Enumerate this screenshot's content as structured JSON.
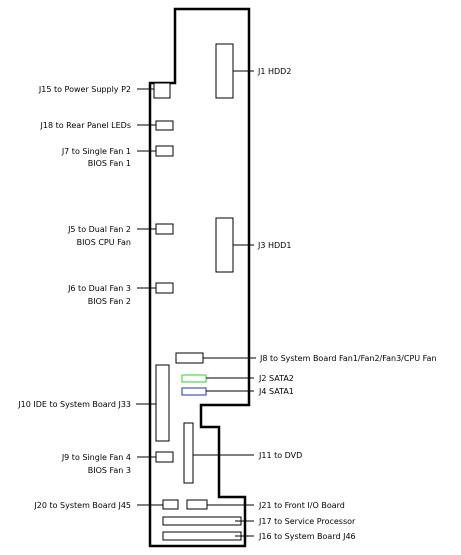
{
  "labels": {
    "j1": "J1 HDD2",
    "j3": "J3  HDD1",
    "j15": "J15 to Power Supply P2",
    "j18": "J18 to Rear Panel LEDs",
    "j7_line1": "J7 to Single Fan 1",
    "j7_line2": "BIOS Fan 1",
    "j5_line1": "J5 to Dual Fan 2",
    "j5_line2": "BIOS CPU Fan",
    "j6_line1": "J6 to Dual Fan 3",
    "j6_line2": "BIOS Fan 2",
    "j8": "J8 to System Board Fan1/Fan2/Fan3/CPU Fan",
    "j2": "J2 SATA2",
    "j4": "J4 SATA1",
    "j10": "J10 IDE to System Board J33",
    "j9_line1": "J9 to Single Fan 4",
    "j9_line2": "BIOS Fan 3",
    "j11": "J11 to DVD",
    "j20": "J20 to System Board J45",
    "j21": "J21 to Front I/O Board",
    "j17": "J17 to Service Processor",
    "j16": "J16 to System Board J46"
  },
  "colors": {
    "outline": "#000000",
    "sata2": "#33cc33",
    "sata1": "#2233aa"
  }
}
